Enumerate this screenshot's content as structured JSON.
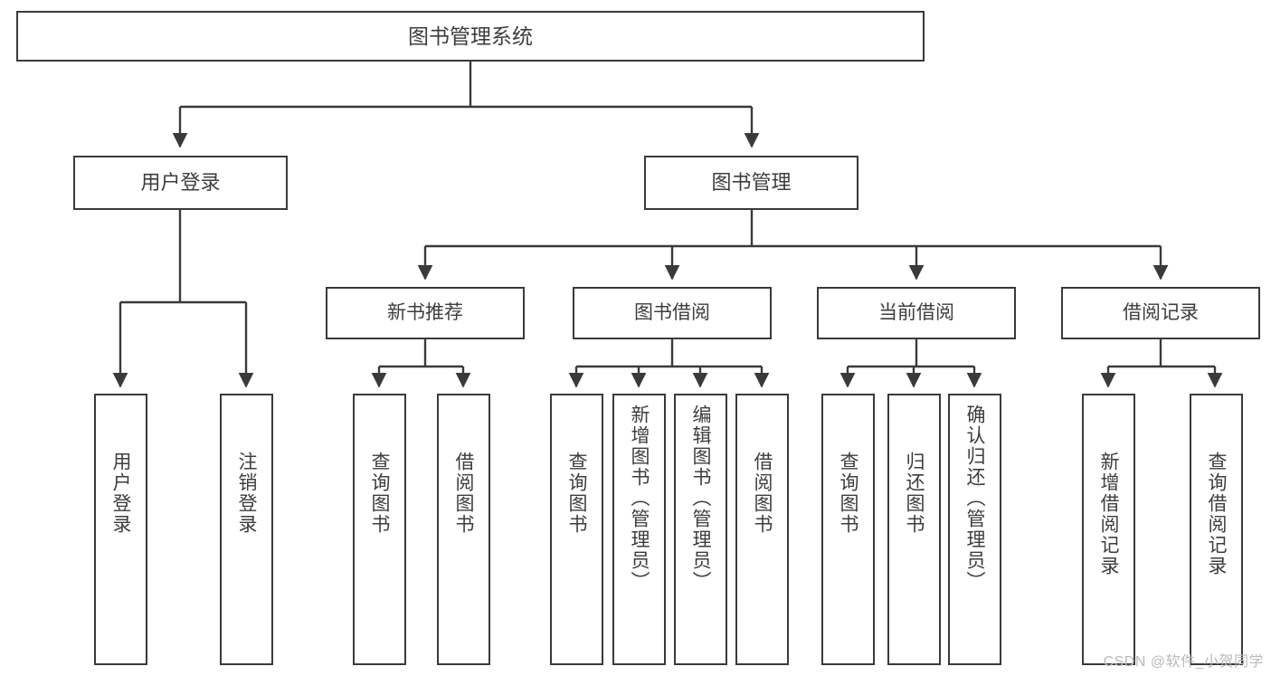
{
  "diagram": {
    "title": "图书管理系统",
    "type": "tree",
    "watermark": "CSDN @软件_小贺同学",
    "colors": {
      "stroke": "#3a3a3a",
      "text": "#3d3d3d",
      "background": "#ffffff",
      "watermark": "#b9b9b9"
    },
    "root": {
      "label": "图书管理系统"
    },
    "level1": [
      {
        "label": "用户登录"
      },
      {
        "label": "图书管理"
      }
    ],
    "level2": [
      {
        "label": "新书推荐"
      },
      {
        "label": "图书借阅"
      },
      {
        "label": "当前借阅"
      },
      {
        "label": "借阅记录"
      }
    ],
    "leaves": {
      "user_login": [
        {
          "label": "用户登录"
        },
        {
          "label": "注销登录"
        }
      ],
      "new_book": [
        {
          "label": "查询图书"
        },
        {
          "label": "借阅图书"
        }
      ],
      "book_borrow": [
        {
          "label": "查询图书"
        },
        {
          "label": "新增图书（管理员）"
        },
        {
          "label": "编辑图书（管理员）"
        },
        {
          "label": "借阅图书"
        }
      ],
      "current_borrow": [
        {
          "label": "查询图书"
        },
        {
          "label": "归还图书"
        },
        {
          "label": "确认归还（管理员）"
        }
      ],
      "borrow_record": [
        {
          "label": "新增借阅记录"
        },
        {
          "label": "查询借阅记录"
        }
      ]
    }
  }
}
